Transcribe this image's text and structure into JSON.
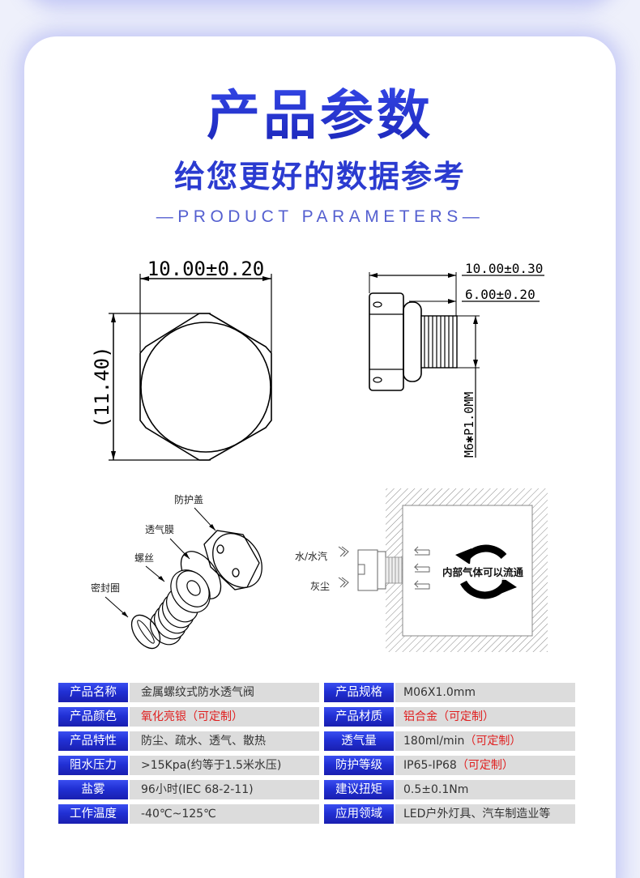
{
  "header": {
    "title": "产品参数",
    "subtitle": "给您更好的数据参考",
    "english": "—PRODUCT PARAMETERS—"
  },
  "colors": {
    "accent_blue": "#2233cc",
    "label_gradient_top": "#3a4ef0",
    "label_gradient_bottom": "#1a1fb0",
    "value_bg": "#dcdcdc",
    "highlight_red": "#e02020",
    "page_bg": "#eef0fb"
  },
  "drawings": {
    "front_view": {
      "width_dim": "10.00±0.20",
      "height_dim": "(11.40)"
    },
    "side_view": {
      "length_dim": "10.00±0.30",
      "thread_length_dim": "6.00±0.20",
      "thread_spec": "M6✱P1.0MM"
    },
    "exploded_view": {
      "labels": [
        "防护盖",
        "透气膜",
        "螺丝",
        "密封圈"
      ]
    },
    "principle_diagram": {
      "outside_labels": [
        "水/水汽",
        "灰尘"
      ],
      "inside_label": "内部气体可以流通"
    }
  },
  "params": {
    "left": [
      {
        "label": "产品名称",
        "value": "金属螺纹式防水透气阀",
        "suffix": ""
      },
      {
        "label": "产品颜色",
        "value": "",
        "suffix": "氧化亮银（可定制）"
      },
      {
        "label": "产品特性",
        "value": "防尘、疏水、透气、散热",
        "suffix": ""
      },
      {
        "label": "阻水压力",
        "value": ">15Kpa(约等于1.5米水压)",
        "suffix": ""
      },
      {
        "label": "盐雾",
        "value": "96小时(IEC 68-2-11)",
        "suffix": ""
      },
      {
        "label": "工作温度",
        "value": "-40℃~125℃",
        "suffix": ""
      }
    ],
    "right": [
      {
        "label": "产品规格",
        "value": "M06X1.0mm",
        "suffix": ""
      },
      {
        "label": "产品材质",
        "value": "",
        "suffix": "铝合金（可定制）"
      },
      {
        "label": "透气量",
        "value": "180ml/min",
        "suffix": "（可定制）"
      },
      {
        "label": "防护等级",
        "value": "IP65-IP68",
        "suffix": "（可定制）"
      },
      {
        "label": "建议扭矩",
        "value": "0.5±0.1Nm",
        "suffix": ""
      },
      {
        "label": "应用领域",
        "value": "LED户外灯具、汽车制造业等",
        "suffix": ""
      }
    ]
  }
}
